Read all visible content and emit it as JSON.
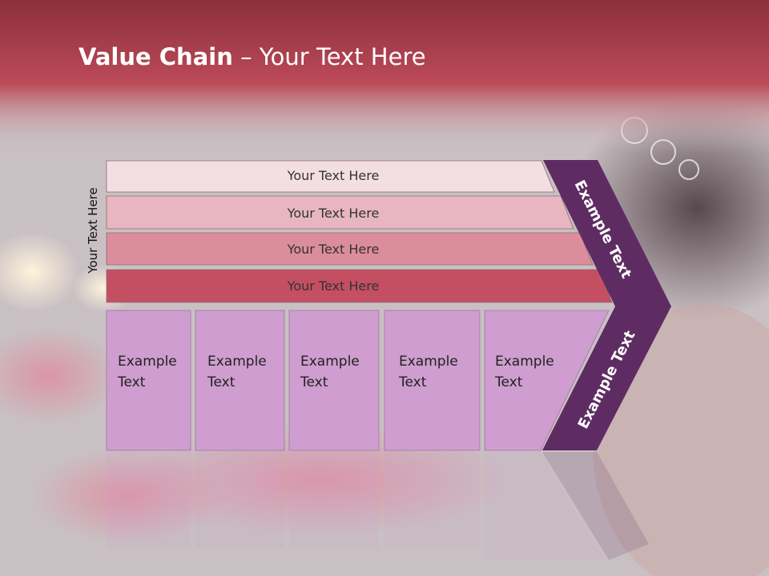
{
  "title": {
    "bold": "Value Chain",
    "rest": " – Your Text Here"
  },
  "side_label": "Your Text Here",
  "bars": [
    {
      "label": "Your Text Here",
      "color": "#f3dfe3"
    },
    {
      "label": "Your Text Here",
      "color": "#e7b6c0"
    },
    {
      "label": "Your Text Here",
      "color": "#dc8d9b"
    },
    {
      "label": "Your Text Here",
      "color": "#c44f63"
    }
  ],
  "boxes": [
    {
      "line1": "Example",
      "line2": "Text"
    },
    {
      "line1": "Example",
      "line2": "Text"
    },
    {
      "line1": "Example",
      "line2": "Text"
    },
    {
      "line1": "Example",
      "line2": "Text"
    },
    {
      "line1": "Example",
      "line2": "Text"
    }
  ],
  "arrow": {
    "upper_text": "Example Text",
    "lower_text": "Example Text",
    "color": "#5e2c63"
  },
  "colors": {
    "header": "#b9414f",
    "box_fill": "#cf9dcf"
  }
}
